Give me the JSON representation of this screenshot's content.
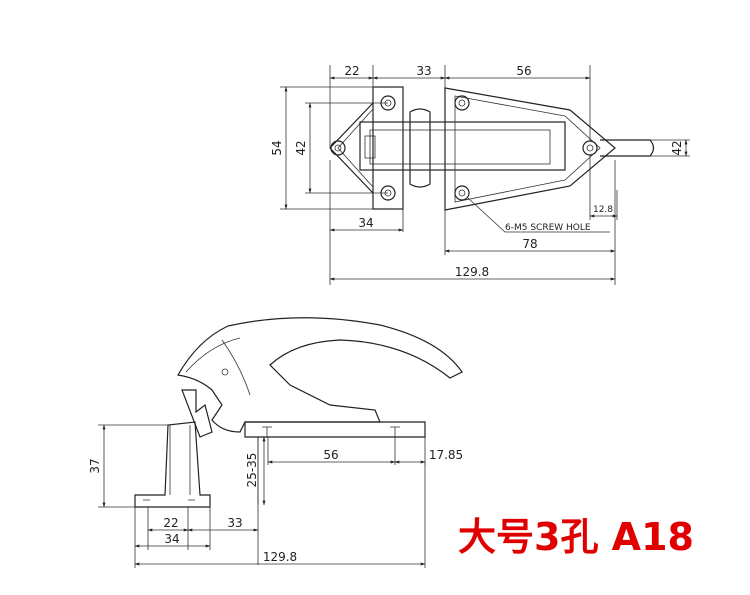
{
  "top_view": {
    "dims": {
      "d22": "22",
      "d33": "33",
      "d56": "56",
      "d54": "54",
      "d42_left": "42",
      "d42_right": "42",
      "d34": "34",
      "d12_8": "12.8",
      "d78": "78",
      "d129_8": "129.8"
    },
    "screw_note": "6-M5 SCREW HOLE"
  },
  "side_view": {
    "dims": {
      "d37": "37",
      "d25_35": "25-35",
      "d56": "56",
      "d17_85": "17.85",
      "d22": "22",
      "d33": "33",
      "d34": "34",
      "d129_8": "129.8"
    }
  },
  "product_label": "大号3孔 A18",
  "colors": {
    "label": "#e00000",
    "line": "#222222"
  }
}
